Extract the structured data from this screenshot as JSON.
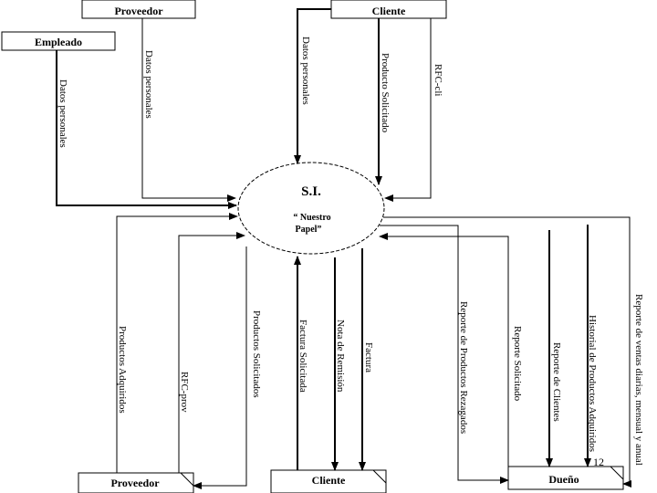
{
  "process": {
    "id": "S.I.",
    "name_line1": "“ Nuestro",
    "name_line2": "Papel”"
  },
  "entities": {
    "proveedor_top": "Proveedor",
    "cliente_top": "Cliente",
    "empleado": "Empleado",
    "proveedor_bottom": "Proveedor",
    "cliente_bottom": "Cliente",
    "dueno": "Dueño"
  },
  "flows": {
    "datos_personales_empleado": "Datos personales",
    "datos_personales_proveedor": "Datos personales",
    "datos_personales_cliente": "Datos personales",
    "producto_solicitado": "Producto Solicitado",
    "rfc_cliente": "RFC-cli",
    "productos_adquiridos": "Productos Adquiridos",
    "rfc_proveedor": "RFC-prov",
    "productos_solicitados": "Productos Solicitados",
    "factura_solicitada": "Factura Solicitada",
    "nota_remision": "Nota de Remisión",
    "factura": "Factura",
    "reporte_productos_rezagados": "Reporte de Productos Rezagados",
    "reporte_solicitado": "Reporte Solicitado",
    "reporte_clientes": "Reporte de Clientes",
    "historial_productos": "Historial de Productos Adquiridos",
    "reporte_ventas": "Reporte de ventas diarias, mensual y anual"
  },
  "page_number": "12"
}
